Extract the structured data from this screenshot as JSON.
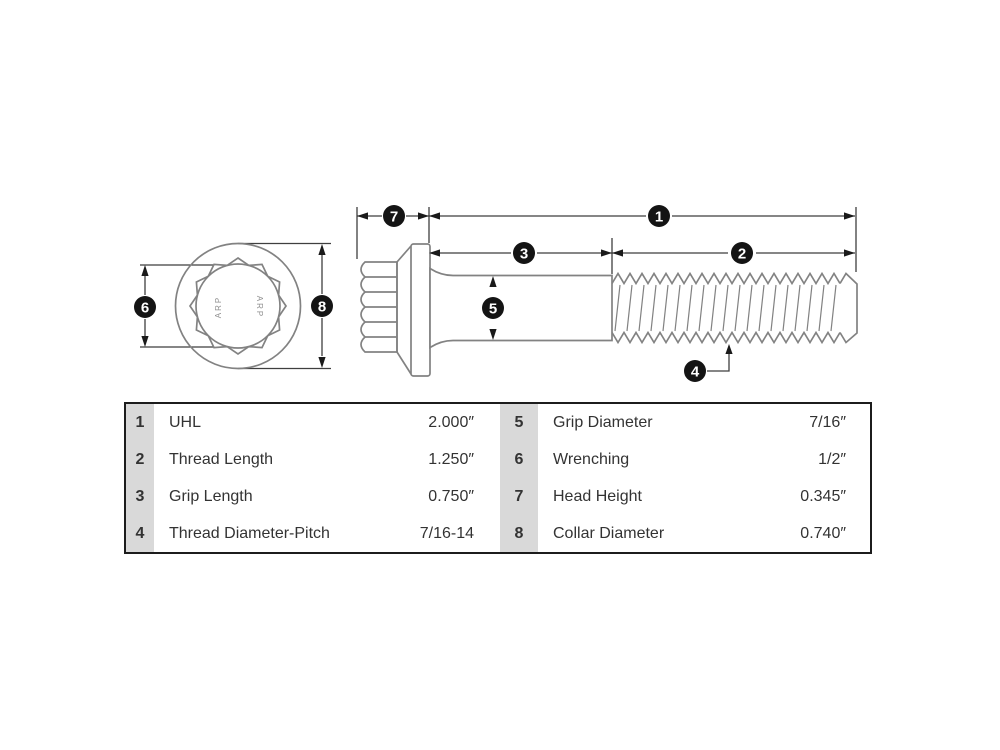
{
  "figure": {
    "callouts": {
      "c1": "1",
      "c2": "2",
      "c3": "3",
      "c4": "4",
      "c5": "5",
      "c6": "6",
      "c7": "7",
      "c8": "8"
    },
    "head_marking_left": "ARP",
    "head_marking_right": "ARP",
    "colors": {
      "bolt_outline": "#828282",
      "dimension_line": "#3f3f3f",
      "balloon_fill": "#141414",
      "balloon_text": "#ffffff"
    }
  },
  "spec_table": {
    "colors": {
      "border": "#1c1c1c",
      "number_column_bg": "#d9d9d9",
      "text": "#333333"
    },
    "left_rows": [
      {
        "num": "1",
        "label": "UHL",
        "value": "2.000″"
      },
      {
        "num": "2",
        "label": "Thread Length",
        "value": "1.250″"
      },
      {
        "num": "3",
        "label": "Grip Length",
        "value": "0.750″"
      },
      {
        "num": "4",
        "label": "Thread Diameter-Pitch",
        "value": "7/16-14"
      }
    ],
    "right_rows": [
      {
        "num": "5",
        "label": "Grip Diameter",
        "value": "7/16″"
      },
      {
        "num": "6",
        "label": "Wrenching",
        "value": "1/2″"
      },
      {
        "num": "7",
        "label": "Head Height",
        "value": "0.345″"
      },
      {
        "num": "8",
        "label": "Collar Diameter",
        "value": "0.740″"
      }
    ]
  }
}
